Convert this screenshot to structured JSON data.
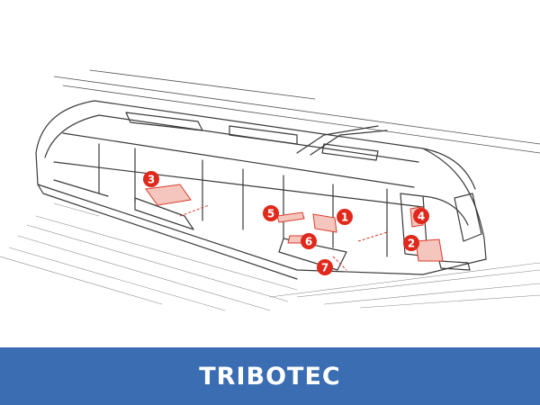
{
  "banner": {
    "title": "TRIBOTEC",
    "color": "#3a6db2"
  },
  "accent_red": "#e0281b",
  "markers": [
    {
      "label": "1",
      "component": "red-part"
    },
    {
      "label": "2",
      "component": "red-part"
    },
    {
      "label": "3",
      "component": "red-part"
    },
    {
      "label": "4",
      "component": "red-part"
    },
    {
      "label": "5",
      "component": "red-part"
    },
    {
      "label": "6",
      "component": "red-part"
    },
    {
      "label": "7",
      "component": "red-part"
    }
  ]
}
